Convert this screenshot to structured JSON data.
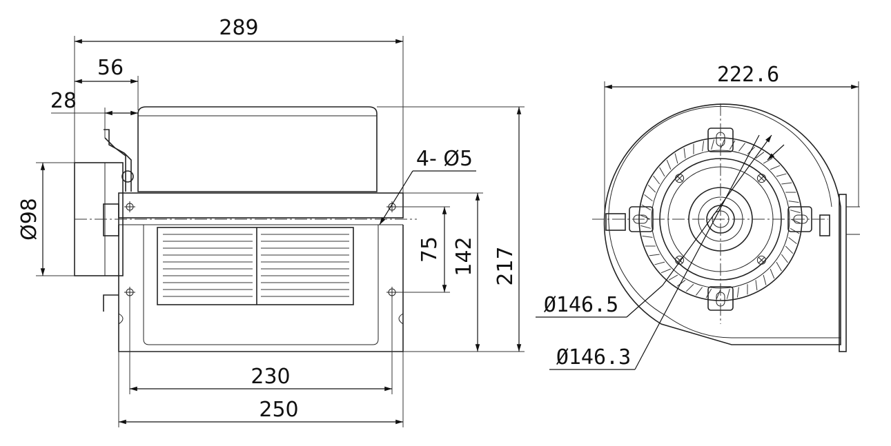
{
  "drawing": {
    "colors": {
      "line": "#222222",
      "background": "#ffffff"
    }
  },
  "side_view": {
    "dim_overall_length": "289",
    "dim_motor_offset": "56",
    "dim_flange_offset": "28",
    "dim_motor_diameter": "Ø98",
    "dim_holes": "4- Ø5",
    "dim_hole_spacing_v": "75",
    "dim_outlet_height": "142",
    "dim_total_height": "217",
    "dim_hole_spacing_h": "230",
    "dim_base_width": "250"
  },
  "front_view": {
    "dim_width": "222.6",
    "dim_diameter_a": "Ø146.5",
    "dim_diameter_b": "Ø146.3"
  }
}
